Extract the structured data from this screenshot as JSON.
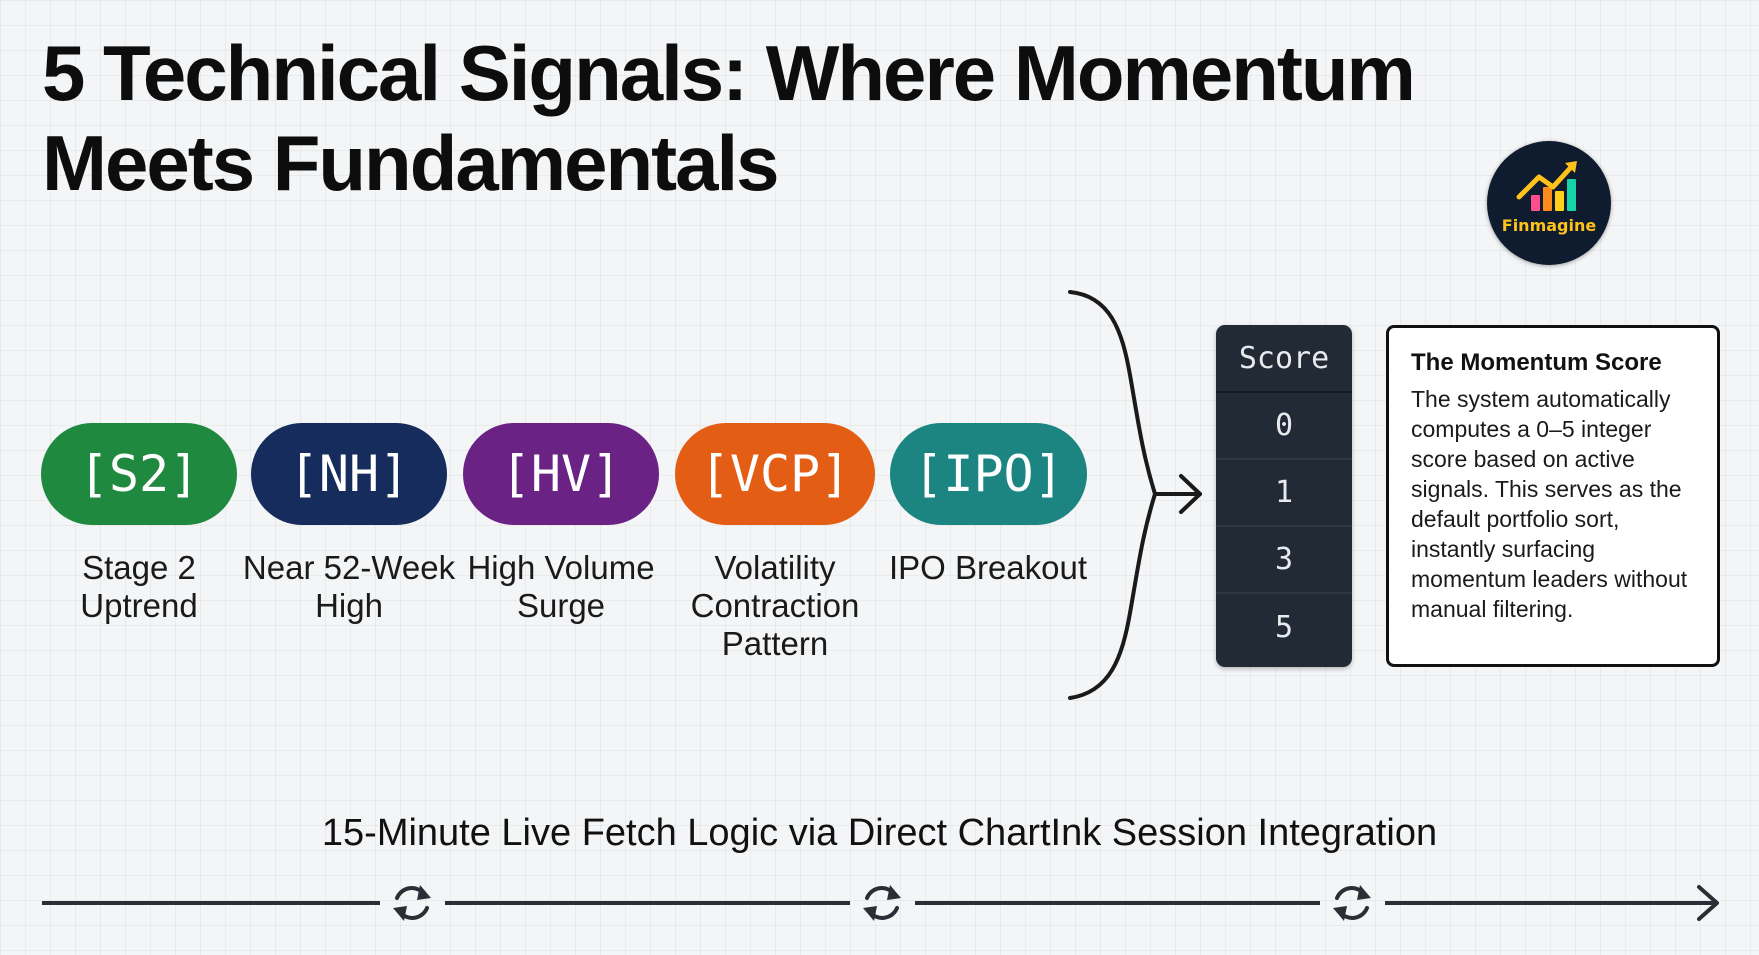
{
  "title": "5 Technical Signals: Where Momentum Meets Fundamentals",
  "logo": {
    "text": "Finmagine",
    "bar_colors": [
      "#ff4d8d",
      "#ff8c1a",
      "#ffd21a",
      "#17d4a8"
    ],
    "arrow_color": "#ffc21a",
    "background": "#0f1b2e"
  },
  "signals": [
    {
      "code": "[S2]",
      "label": "Stage 2 Uptrend",
      "color": "#1f8a3f"
    },
    {
      "code": "[NH]",
      "label": "Near 52-Week High",
      "color": "#152c5c"
    },
    {
      "code": "[HV]",
      "label": "High Volume Surge",
      "color": "#6a2285"
    },
    {
      "code": "[VCP]",
      "label": "Volatility Contraction Pattern",
      "color": "#e35d14"
    },
    {
      "code": "[IPO]",
      "label": "IPO Breakout",
      "color": "#1c8481"
    }
  ],
  "score_table": {
    "header": "Score",
    "values": [
      "0",
      "1",
      "3",
      "5"
    ]
  },
  "info": {
    "title": "The Momentum Score",
    "body": "The system automatically computes a 0–5 integer score based on active signals. This serves as the default portfolio sort, instantly surfacing momentum leaders without manual filtering."
  },
  "timeline": {
    "label": "15-Minute Live Fetch Logic via Direct ChartInk Session Integration",
    "refresh_icon_count": 3
  }
}
